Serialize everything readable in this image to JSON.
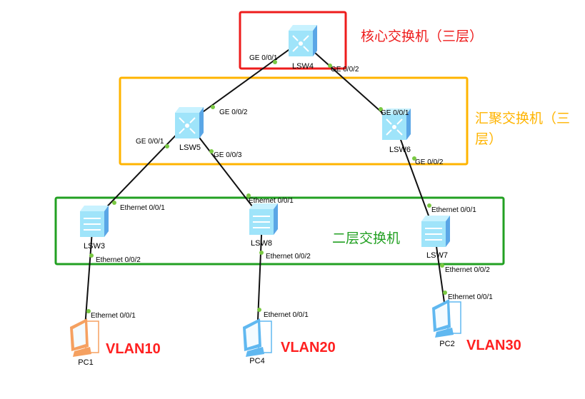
{
  "groups": [
    {
      "id": "core",
      "label_lines": [
        "核心交换机（三层）"
      ],
      "color": "#ee1c1c"
    },
    {
      "id": "aggregation",
      "label_lines": [
        "汇聚交换机（三",
        "层）"
      ],
      "color": "#ffb400"
    },
    {
      "id": "access",
      "label_lines": [
        "二层交换机"
      ],
      "color": "#22a022"
    }
  ],
  "nodes": [
    {
      "id": "LSW4",
      "label": "LSW4",
      "type": "l3-switch"
    },
    {
      "id": "LSW5",
      "label": "LSW5",
      "type": "l3-switch"
    },
    {
      "id": "LSW6",
      "label": "LSW6",
      "type": "l3-switch"
    },
    {
      "id": "LSW3",
      "label": "LSW3",
      "type": "l2-switch"
    },
    {
      "id": "LSW8",
      "label": "LSW8",
      "type": "l2-switch"
    },
    {
      "id": "LSW7",
      "label": "LSW7",
      "type": "l2-switch"
    },
    {
      "id": "PC1",
      "label": "PC1",
      "type": "pc",
      "color": "#f5a060",
      "vlan": "VLAN10"
    },
    {
      "id": "PC4",
      "label": "PC4",
      "type": "pc",
      "color": "#60b8f0",
      "vlan": "VLAN20"
    },
    {
      "id": "PC2",
      "label": "PC2",
      "type": "pc",
      "color": "#60b8f0",
      "vlan": "VLAN30"
    }
  ],
  "links": [
    {
      "a": "LSW4",
      "a_port": "GE 0/0/1",
      "b": "LSW5",
      "b_port": "GE 0/0/2"
    },
    {
      "a": "LSW4",
      "a_port": "GE 0/0/2",
      "b": "LSW6",
      "b_port": "GE 0/0/1"
    },
    {
      "a": "LSW5",
      "a_port": "GE 0/0/1",
      "b": "LSW3",
      "b_port": "Ethernet 0/0/1"
    },
    {
      "a": "LSW5",
      "a_port": "GE 0/0/3",
      "b": "LSW8",
      "b_port": "Ethernet 0/0/1"
    },
    {
      "a": "LSW6",
      "a_port": "GE 0/0/2",
      "b": "LSW7",
      "b_port": "Ethernet 0/0/1"
    },
    {
      "a": "LSW3",
      "a_port": "Ethernet 0/0/2",
      "b": "PC1",
      "b_port": "Ethernet 0/0/1"
    },
    {
      "a": "LSW8",
      "a_port": "Ethernet 0/0/2",
      "b": "PC4",
      "b_port": "Ethernet 0/0/1"
    },
    {
      "a": "LSW7",
      "a_port": "Ethernet 0/0/2",
      "b": "PC2",
      "b_port": "Ethernet 0/0/1"
    }
  ],
  "colors": {
    "link": "#111111",
    "port_dot": "#7ac943",
    "switch_body": "#9fe4fa",
    "switch_side": "#5aa6e6"
  }
}
